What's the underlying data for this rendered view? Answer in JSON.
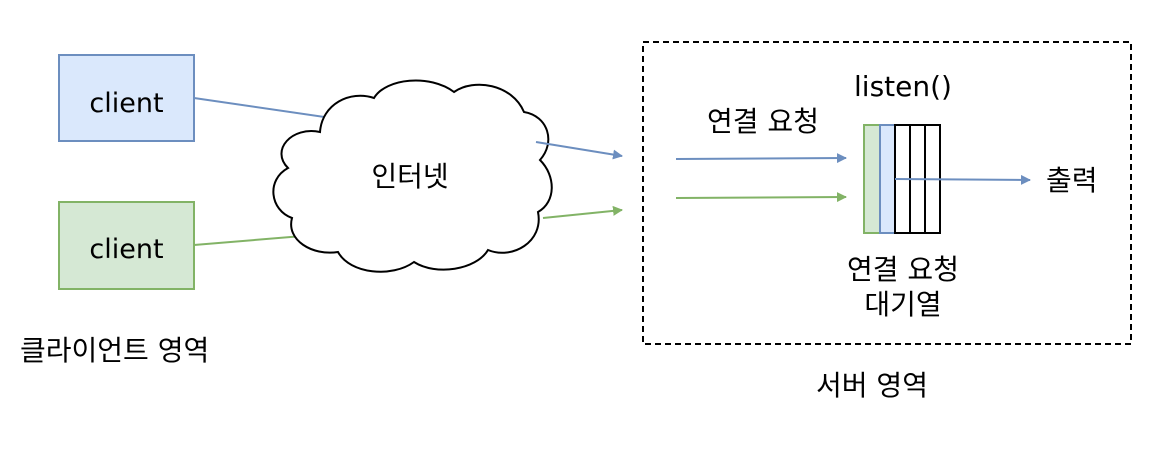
{
  "colors": {
    "blue_fill": "#dae8fc",
    "blue_stroke": "#6c8ebf",
    "green_fill": "#d5e8d4",
    "green_stroke": "#82b366",
    "black": "#000000"
  },
  "clients": [
    {
      "label": "client"
    },
    {
      "label": "client"
    }
  ],
  "client_area_label": "클라이언트 영역",
  "internet_label": "인터넷",
  "server": {
    "area_label": "서버 영역",
    "request_label": "연결 요청",
    "listen_label": "listen()",
    "queue_label_line1": "연결 요청",
    "queue_label_line2": "대기열",
    "output_label": "출력"
  }
}
